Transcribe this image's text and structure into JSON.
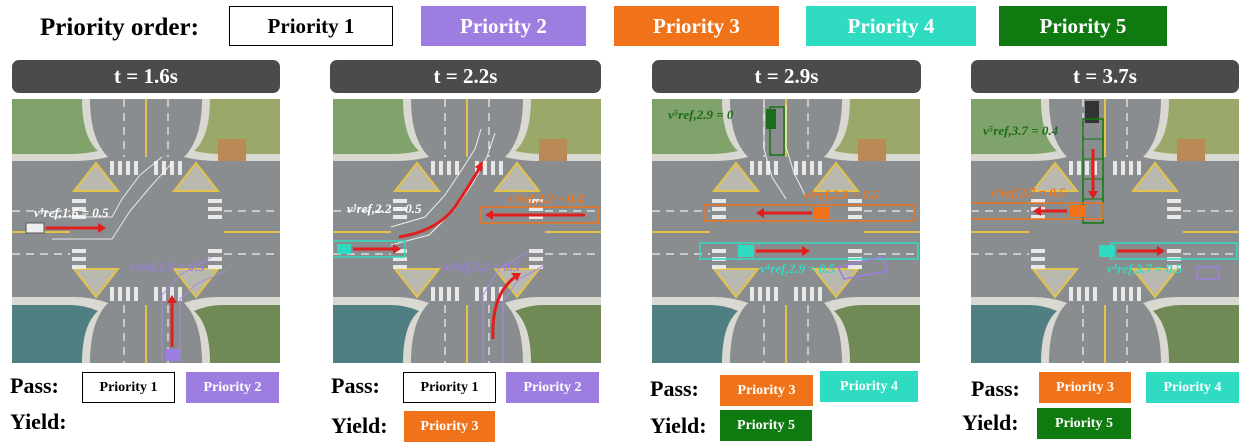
{
  "legend": {
    "label": "Priority order:",
    "items": [
      {
        "label": "Priority 1",
        "color": "#ffffff"
      },
      {
        "label": "Priority 2",
        "color": "#9d7ee0"
      },
      {
        "label": "Priority 3",
        "color": "#f0731a"
      },
      {
        "label": "Priority 4",
        "color": "#2fdcc2"
      },
      {
        "label": "Priority 5",
        "color": "#0f7a0f"
      }
    ]
  },
  "pass_label": "Pass:",
  "yield_label": "Yield:",
  "panels": [
    {
      "time": "t = 1.6s",
      "annotations": [
        "v¹ref,1.6 = 0.5",
        "v²ref,1.6 = 0.5"
      ],
      "pass": [
        "Priority 1",
        "Priority 2"
      ],
      "yield": []
    },
    {
      "time": "t = 2.2s",
      "annotations": [
        "v¹ref,2.2 = 0.5",
        "v³ref,2.2 = 0.4",
        "v²ref,2.2 = 0.5"
      ],
      "pass": [
        "Priority 1",
        "Priority 2"
      ],
      "yield": [
        "Priority 3"
      ]
    },
    {
      "time": "t = 2.9s",
      "annotations": [
        "v⁵ref,2.9 = 0",
        "v³ref,2.9 = 0.5",
        "v⁴ref,2.9 = 0.5"
      ],
      "pass": [
        "Priority 3",
        "Priority 4"
      ],
      "yield": [
        "Priority 5"
      ]
    },
    {
      "time": "t = 3.7s",
      "annotations": [
        "v⁵ref,3.7 = 0.4",
        "v³ref,3.7 = 0.5",
        "v⁴ref,3.7 = 0.5"
      ],
      "pass": [
        "Priority 3",
        "Priority 4"
      ],
      "yield": [
        "Priority 5"
      ]
    }
  ]
}
